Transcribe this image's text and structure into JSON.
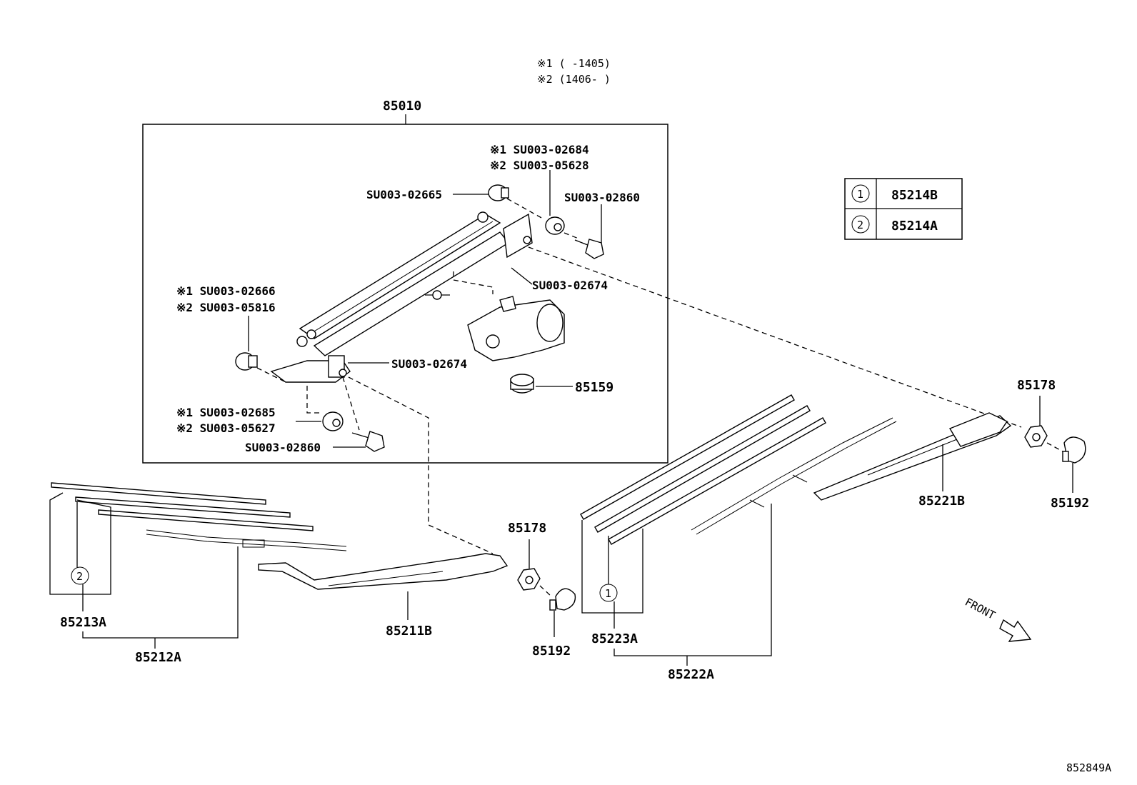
{
  "notes": {
    "note1": "※1 (     -1405)",
    "note2": "※2 (1406-     )"
  },
  "legend": {
    "rows": [
      {
        "marker": "1",
        "part": "85214B"
      },
      {
        "marker": "2",
        "part": "85214A"
      }
    ]
  },
  "labels": {
    "assembly": "85010",
    "su_02684": "※1 SU003-02684",
    "su_05628": "※2 SU003-05628",
    "su_02665": "SU003-02665",
    "su_02860_top": "SU003-02860",
    "su_02674_top": "SU003-02674",
    "su_02666": "※1  SU003-02666",
    "su_05816": "※2  SU003-05816",
    "su_02674_mid": "SU003-02674",
    "p85159": "85159",
    "su_02685": "※1 SU003-02685",
    "su_05627": "※2 SU003-05627",
    "su_02860_bot": "SU003-02860",
    "p85178_right": "85178",
    "p85192_right": "85192",
    "p85221B": "85221B",
    "p85178_left": "85178",
    "p85192_left": "85192",
    "p85211B": "85211B",
    "p85213A": "85213A",
    "p85212A": "85212A",
    "p85223A": "85223A",
    "p85222A": "85222A",
    "front": "FRONT",
    "circle1": "1",
    "circle2": "2",
    "diagram_id": "852849A"
  }
}
